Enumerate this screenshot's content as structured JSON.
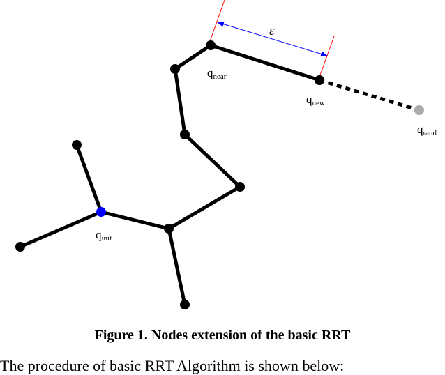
{
  "figure": {
    "nodes": [
      {
        "id": "q_init",
        "label_main": "q",
        "label_sub": "init",
        "color": "#0000ff"
      },
      {
        "id": "n_left",
        "color": "#000000"
      },
      {
        "id": "n_upper_left",
        "color": "#000000"
      },
      {
        "id": "n_mid",
        "color": "#000000"
      },
      {
        "id": "n_bottom",
        "color": "#000000"
      },
      {
        "id": "n_right",
        "color": "#000000"
      },
      {
        "id": "n_center",
        "color": "#000000"
      },
      {
        "id": "n_upper",
        "color": "#000000"
      },
      {
        "id": "q_near",
        "label_main": "q",
        "label_sub": "near",
        "color": "#000000"
      },
      {
        "id": "q_new",
        "label_main": "q",
        "label_sub": "new",
        "color": "#000000"
      },
      {
        "id": "q_rand",
        "label_main": "q",
        "label_sub": "rand",
        "color": "#aaaaaa"
      }
    ],
    "edges": [
      [
        "q_init",
        "n_left"
      ],
      [
        "q_init",
        "n_upper_left"
      ],
      [
        "q_init",
        "n_mid"
      ],
      [
        "n_mid",
        "n_bottom"
      ],
      [
        "n_mid",
        "n_right"
      ],
      [
        "n_right",
        "n_center"
      ],
      [
        "n_center",
        "n_upper"
      ],
      [
        "n_upper",
        "q_near"
      ],
      [
        "q_near",
        "q_new"
      ]
    ],
    "dashed_edge": [
      "q_new",
      "q_rand"
    ],
    "epsilon_label": "ε",
    "colors": {
      "edge": "#000000",
      "dimension_arrow": "#0000ff",
      "extension_lines": "#ff0000"
    }
  },
  "caption": "Figure 1. Nodes extension of the basic RRT",
  "body_text": "The procedure of basic RRT Algorithm is shown below:"
}
